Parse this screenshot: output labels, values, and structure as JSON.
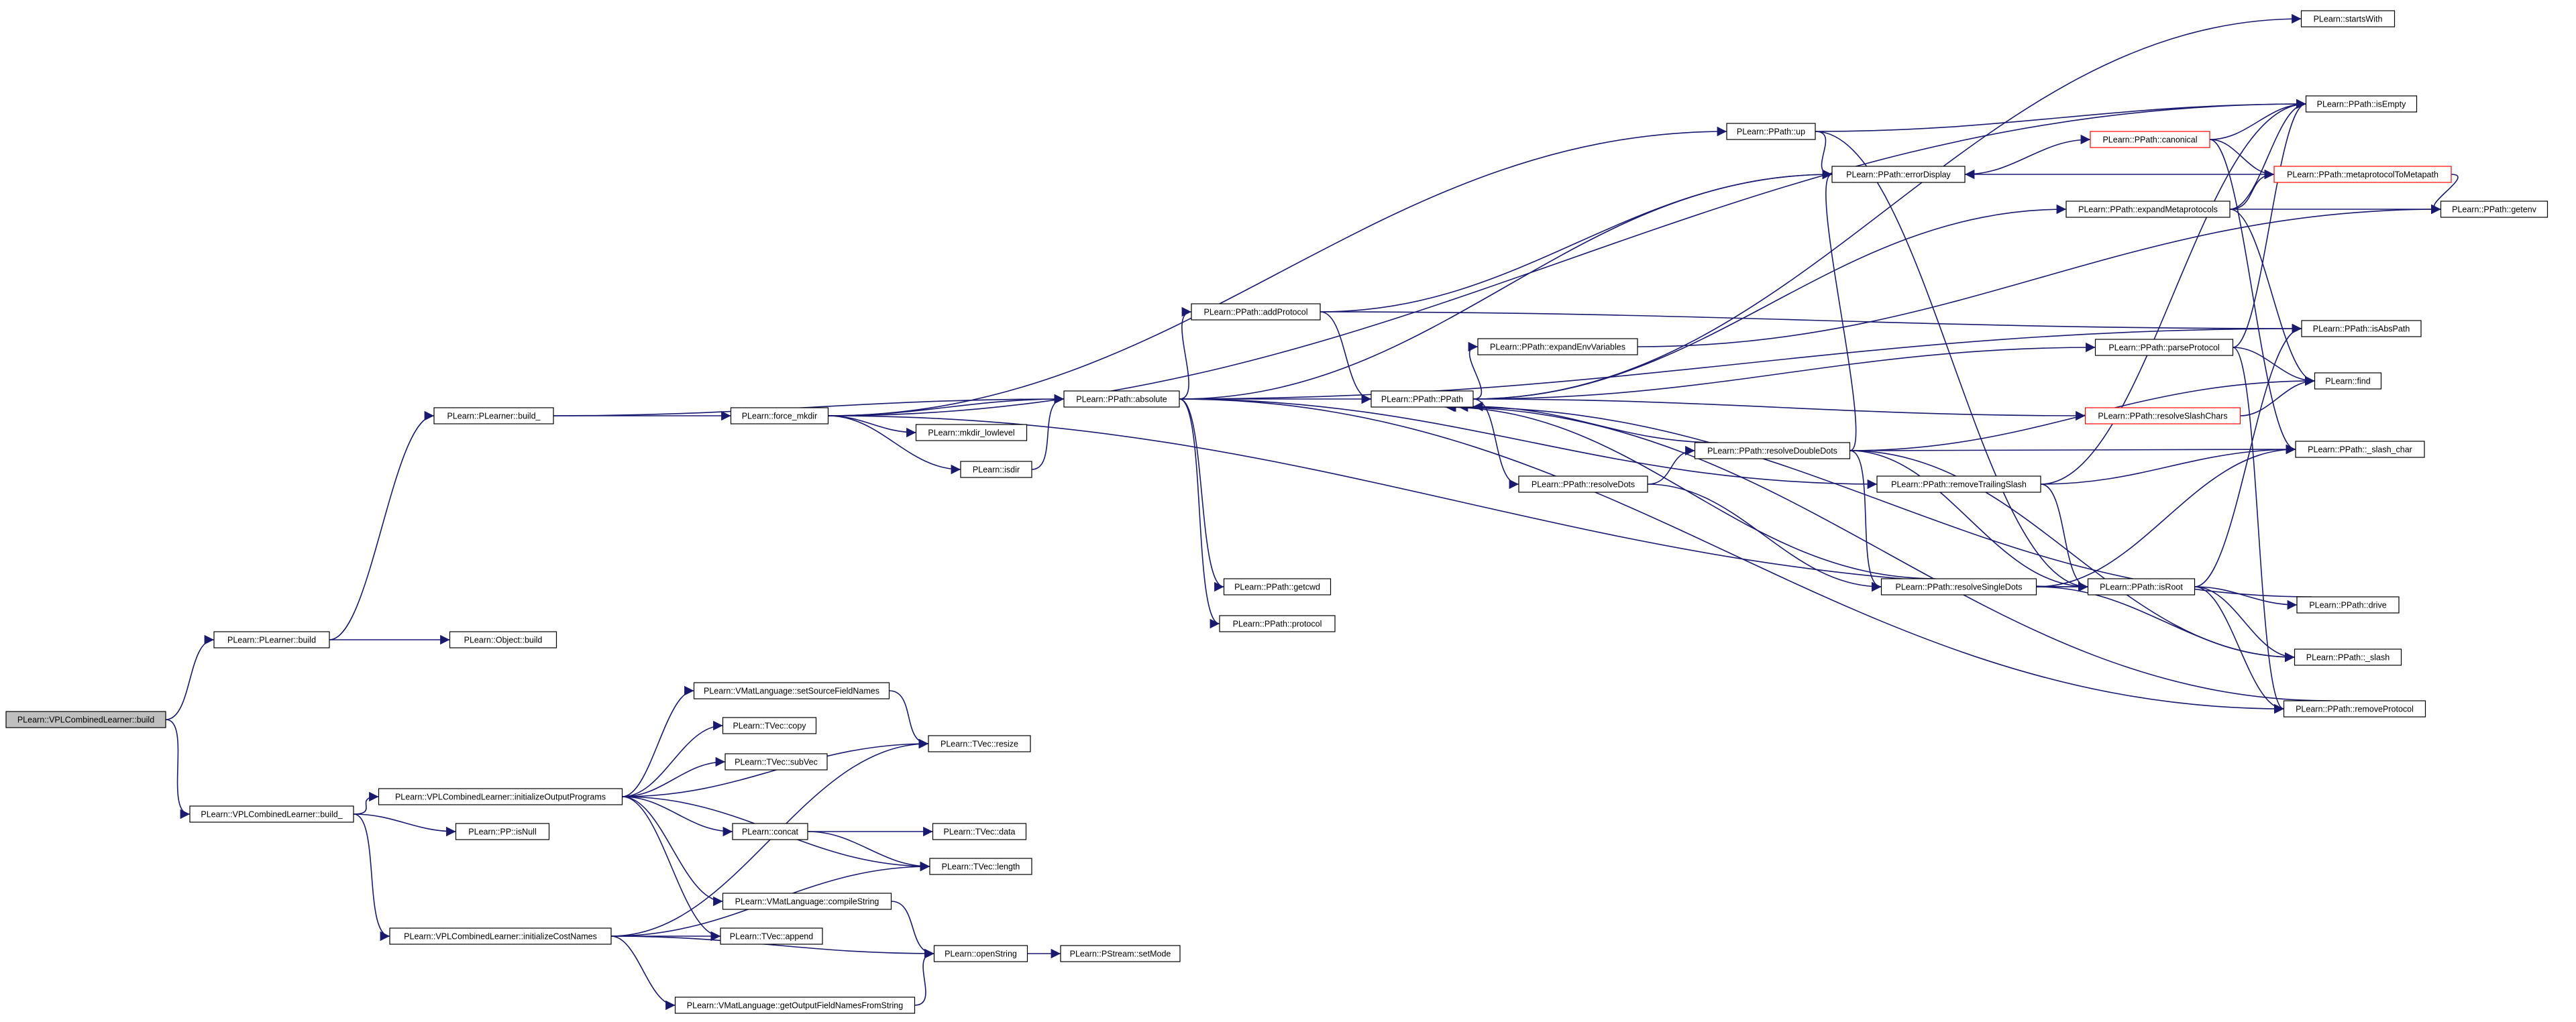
{
  "diagram": {
    "colors": {
      "edge": "#191970",
      "node_border": "#000000",
      "node_border_truncated": "#ff0000",
      "root_fill": "#bfbfbf",
      "node_fill": "#ffffff"
    },
    "nodes": [
      {
        "id": "root",
        "label": "PLearn::VPLCombinedLearner::build",
        "kind": "root"
      },
      {
        "id": "pl_build",
        "label": "PLearn::PLearner::build"
      },
      {
        "id": "obj_build",
        "label": "PLearn::Object::build"
      },
      {
        "id": "pl_build_",
        "label": "PLearn::PLearner::build_"
      },
      {
        "id": "vpl_build_",
        "label": "PLearn::VPLCombinedLearner::build_"
      },
      {
        "id": "force_mkdir",
        "label": "PLearn::force_mkdir"
      },
      {
        "id": "mkdir_lowlevel",
        "label": "PLearn::mkdir_lowlevel"
      },
      {
        "id": "isdir",
        "label": "PLearn::isdir"
      },
      {
        "id": "absolute",
        "label": "PLearn::PPath::absolute"
      },
      {
        "id": "addProtocol",
        "label": "PLearn::PPath::addProtocol"
      },
      {
        "id": "getcwd",
        "label": "PLearn::PPath::getcwd"
      },
      {
        "id": "protocol",
        "label": "PLearn::PPath::protocol"
      },
      {
        "id": "ppath",
        "label": "PLearn::PPath::PPath"
      },
      {
        "id": "expandEnvVariables",
        "label": "PLearn::PPath::expandEnvVariables"
      },
      {
        "id": "resolveDots",
        "label": "PLearn::PPath::resolveDots"
      },
      {
        "id": "up",
        "label": "PLearn::PPath::up"
      },
      {
        "id": "errorDisplay",
        "label": "PLearn::PPath::errorDisplay"
      },
      {
        "id": "resolveDoubleDots",
        "label": "PLearn::PPath::resolveDoubleDots"
      },
      {
        "id": "removeTrailingSlash",
        "label": "PLearn::PPath::removeTrailingSlash"
      },
      {
        "id": "resolveSingleDots",
        "label": "PLearn::PPath::resolveSingleDots"
      },
      {
        "id": "canonical",
        "label": "PLearn::PPath::canonical",
        "kind": "truncated"
      },
      {
        "id": "expandMetaprotocols",
        "label": "PLearn::PPath::expandMetaprotocols"
      },
      {
        "id": "parseProtocol",
        "label": "PLearn::PPath::parseProtocol"
      },
      {
        "id": "resolveSlashChars",
        "label": "PLearn::PPath::resolveSlashChars",
        "kind": "truncated"
      },
      {
        "id": "isRoot",
        "label": "PLearn::PPath::isRoot"
      },
      {
        "id": "startsWith",
        "label": "PLearn::startsWith"
      },
      {
        "id": "isEmpty",
        "label": "PLearn::PPath::isEmpty"
      },
      {
        "id": "metaprotocolToMetapath",
        "label": "PLearn::PPath::metaprotocolToMetapath",
        "kind": "truncated"
      },
      {
        "id": "getenv",
        "label": "PLearn::PPath::getenv"
      },
      {
        "id": "isAbsPath",
        "label": "PLearn::PPath::isAbsPath"
      },
      {
        "id": "find",
        "label": "PLearn::find"
      },
      {
        "id": "slash_char",
        "label": "PLearn::PPath::_slash_char"
      },
      {
        "id": "drive",
        "label": "PLearn::PPath::drive"
      },
      {
        "id": "slash",
        "label": "PLearn::PPath::_slash"
      },
      {
        "id": "removeProtocol",
        "label": "PLearn::PPath::removeProtocol"
      },
      {
        "id": "initOutputPrograms",
        "label": "PLearn::VPLCombinedLearner::initializeOutputPrograms"
      },
      {
        "id": "isNull",
        "label": "PLearn::PP::isNull"
      },
      {
        "id": "initCostNames",
        "label": "PLearn::VPLCombinedLearner::initializeCostNames"
      },
      {
        "id": "setSourceFieldNames",
        "label": "PLearn::VMatLanguage::setSourceFieldNames"
      },
      {
        "id": "tvec_copy",
        "label": "PLearn::TVec::copy"
      },
      {
        "id": "tvec_subVec",
        "label": "PLearn::TVec::subVec"
      },
      {
        "id": "tvec_resize",
        "label": "PLearn::TVec::resize"
      },
      {
        "id": "concat",
        "label": "PLearn::concat"
      },
      {
        "id": "tvec_data",
        "label": "PLearn::TVec::data"
      },
      {
        "id": "tvec_length",
        "label": "PLearn::TVec::length"
      },
      {
        "id": "compileString",
        "label": "PLearn::VMatLanguage::compileString"
      },
      {
        "id": "tvec_append",
        "label": "PLearn::TVec::append"
      },
      {
        "id": "openString",
        "label": "PLearn::openString"
      },
      {
        "id": "setMode",
        "label": "PLearn::PStream::setMode"
      },
      {
        "id": "getOutputFieldNames",
        "label": "PLearn::VMatLanguage::getOutputFieldNamesFromString"
      }
    ],
    "edges": [
      [
        "root",
        "pl_build"
      ],
      [
        "root",
        "vpl_build_"
      ],
      [
        "pl_build",
        "obj_build"
      ],
      [
        "pl_build",
        "pl_build_"
      ],
      [
        "pl_build_",
        "force_mkdir"
      ],
      [
        "pl_build_",
        "absolute"
      ],
      [
        "force_mkdir",
        "mkdir_lowlevel"
      ],
      [
        "force_mkdir",
        "isdir"
      ],
      [
        "force_mkdir",
        "absolute"
      ],
      [
        "force_mkdir",
        "up"
      ],
      [
        "force_mkdir",
        "isEmpty"
      ],
      [
        "force_mkdir",
        "isRoot"
      ],
      [
        "isdir",
        "absolute"
      ],
      [
        "absolute",
        "addProtocol"
      ],
      [
        "absolute",
        "ppath"
      ],
      [
        "absolute",
        "getcwd"
      ],
      [
        "absolute",
        "protocol"
      ],
      [
        "absolute",
        "isAbsPath"
      ],
      [
        "absolute",
        "removeTrailingSlash"
      ],
      [
        "absolute",
        "removeProtocol"
      ],
      [
        "absolute",
        "errorDisplay"
      ],
      [
        "addProtocol",
        "ppath"
      ],
      [
        "addProtocol",
        "isAbsPath"
      ],
      [
        "addProtocol",
        "errorDisplay"
      ],
      [
        "ppath",
        "expandEnvVariables"
      ],
      [
        "ppath",
        "resolveDots"
      ],
      [
        "ppath",
        "parseProtocol"
      ],
      [
        "ppath",
        "resolveSlashChars"
      ],
      [
        "ppath",
        "expandMetaprotocols"
      ],
      [
        "ppath",
        "startsWith"
      ],
      [
        "expandEnvVariables",
        "getenv"
      ],
      [
        "resolveDots",
        "resolveDoubleDots"
      ],
      [
        "resolveDots",
        "resolveSingleDots"
      ],
      [
        "up",
        "errorDisplay"
      ],
      [
        "up",
        "isEmpty"
      ],
      [
        "up",
        "isRoot"
      ],
      [
        "errorDisplay",
        "canonical"
      ],
      [
        "canonical",
        "isEmpty"
      ],
      [
        "canonical",
        "metaprotocolToMetapath"
      ],
      [
        "canonical",
        "slash_char"
      ],
      [
        "metaprotocolToMetapath",
        "errorDisplay"
      ],
      [
        "metaprotocolToMetapath",
        "getenv"
      ],
      [
        "expandMetaprotocols",
        "metaprotocolToMetapath"
      ],
      [
        "expandMetaprotocols",
        "getenv"
      ],
      [
        "expandMetaprotocols",
        "find"
      ],
      [
        "expandMetaprotocols",
        "isEmpty"
      ],
      [
        "parseProtocol",
        "find"
      ],
      [
        "parseProtocol",
        "isEmpty"
      ],
      [
        "parseProtocol",
        "removeProtocol"
      ],
      [
        "resolveSlashChars",
        "find"
      ],
      [
        "resolveDoubleDots",
        "errorDisplay"
      ],
      [
        "resolveDoubleDots",
        "isRoot"
      ],
      [
        "resolveDoubleDots",
        "slash_char"
      ],
      [
        "resolveDoubleDots",
        "find"
      ],
      [
        "resolveDoubleDots",
        "slash"
      ],
      [
        "resolveDoubleDots",
        "resolveSingleDots"
      ],
      [
        "resolveDoubleDots",
        "ppath"
      ],
      [
        "removeTrailingSlash",
        "isRoot"
      ],
      [
        "removeTrailingSlash",
        "slash_char"
      ],
      [
        "removeTrailingSlash",
        "isEmpty"
      ],
      [
        "resolveSingleDots",
        "isRoot"
      ],
      [
        "resolveSingleDots",
        "slash"
      ],
      [
        "resolveSingleDots",
        "slash_char"
      ],
      [
        "resolveSingleDots",
        "ppath"
      ],
      [
        "isRoot",
        "drive"
      ],
      [
        "isRoot",
        "slash"
      ],
      [
        "isRoot",
        "removeProtocol"
      ],
      [
        "isRoot",
        "isAbsPath"
      ],
      [
        "drive",
        "ppath"
      ],
      [
        "removeProtocol",
        "ppath"
      ],
      [
        "vpl_build_",
        "initOutputPrograms"
      ],
      [
        "vpl_build_",
        "isNull"
      ],
      [
        "vpl_build_",
        "initCostNames"
      ],
      [
        "initOutputPrograms",
        "setSourceFieldNames"
      ],
      [
        "initOutputPrograms",
        "tvec_copy"
      ],
      [
        "initOutputPrograms",
        "tvec_subVec"
      ],
      [
        "initOutputPrograms",
        "tvec_resize"
      ],
      [
        "initOutputPrograms",
        "concat"
      ],
      [
        "initOutputPrograms",
        "tvec_length"
      ],
      [
        "initOutputPrograms",
        "compileString"
      ],
      [
        "initOutputPrograms",
        "tvec_append"
      ],
      [
        "setSourceFieldNames",
        "tvec_resize"
      ],
      [
        "concat",
        "tvec_data"
      ],
      [
        "concat",
        "tvec_length"
      ],
      [
        "compileString",
        "openString"
      ],
      [
        "initCostNames",
        "tvec_resize"
      ],
      [
        "initCostNames",
        "tvec_append"
      ],
      [
        "initCostNames",
        "tvec_length"
      ],
      [
        "initCostNames",
        "getOutputFieldNames"
      ],
      [
        "initCostNames",
        "openString"
      ],
      [
        "getOutputFieldNames",
        "openString"
      ],
      [
        "openString",
        "setMode"
      ]
    ]
  }
}
